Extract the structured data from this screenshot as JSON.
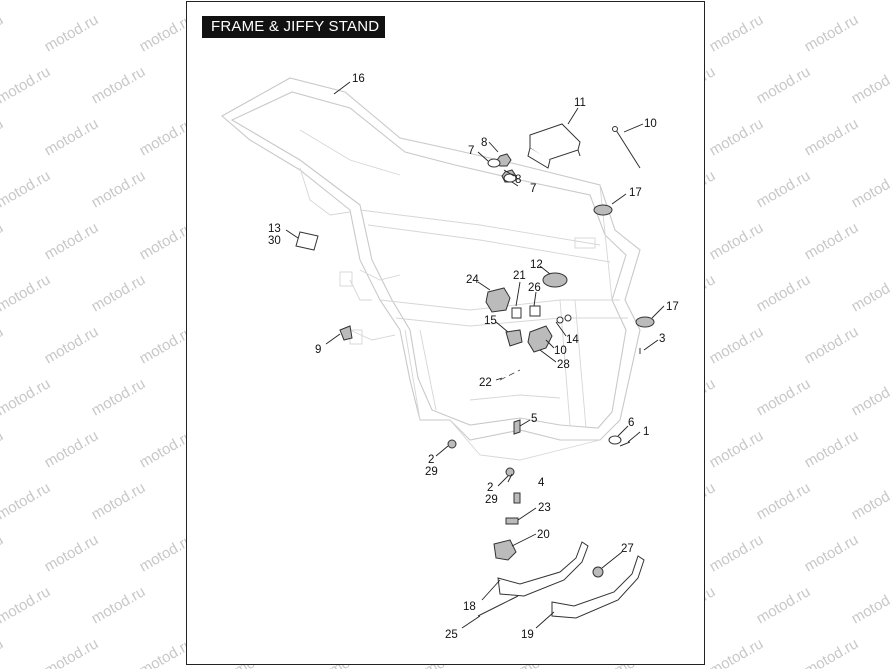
{
  "title": "FRAME & JIFFY STAND",
  "watermark": "motod.ru",
  "callouts": [
    {
      "id": "c16",
      "text": "16"
    },
    {
      "id": "c11",
      "text": "11"
    },
    {
      "id": "c10a",
      "text": "10"
    },
    {
      "id": "c8a",
      "text": "8"
    },
    {
      "id": "c7a",
      "text": "7"
    },
    {
      "id": "c8b",
      "text": "8"
    },
    {
      "id": "c7b",
      "text": "7"
    },
    {
      "id": "c17a",
      "text": "17"
    },
    {
      "id": "c13",
      "text": "13"
    },
    {
      "id": "c30",
      "text": "30"
    },
    {
      "id": "c24",
      "text": "24"
    },
    {
      "id": "c21",
      "text": "21"
    },
    {
      "id": "c12",
      "text": "12"
    },
    {
      "id": "c26",
      "text": "26"
    },
    {
      "id": "c17b",
      "text": "17"
    },
    {
      "id": "c15",
      "text": "15"
    },
    {
      "id": "c14",
      "text": "14"
    },
    {
      "id": "c10b",
      "text": "10"
    },
    {
      "id": "c28",
      "text": "28"
    },
    {
      "id": "c3",
      "text": "3"
    },
    {
      "id": "c9",
      "text": "9"
    },
    {
      "id": "c22",
      "text": "22"
    },
    {
      "id": "c5",
      "text": "5"
    },
    {
      "id": "c6",
      "text": "6"
    },
    {
      "id": "c1",
      "text": "1"
    },
    {
      "id": "c2a",
      "text": "2"
    },
    {
      "id": "c29a",
      "text": "29"
    },
    {
      "id": "c4",
      "text": "4"
    },
    {
      "id": "c2b",
      "text": "2"
    },
    {
      "id": "c29b",
      "text": "29"
    },
    {
      "id": "c23",
      "text": "23"
    },
    {
      "id": "c20",
      "text": "20"
    },
    {
      "id": "c27",
      "text": "27"
    },
    {
      "id": "c18",
      "text": "18"
    },
    {
      "id": "c25",
      "text": "25"
    },
    {
      "id": "c19",
      "text": "19"
    }
  ]
}
